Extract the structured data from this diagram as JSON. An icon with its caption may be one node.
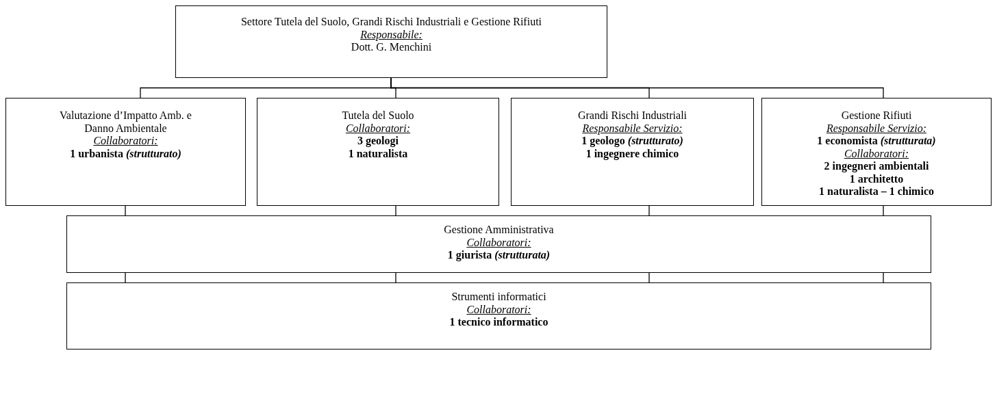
{
  "diagram": {
    "nodes": [
      {
        "text": [
          "Settore Tutela del Suolo, Grandi Rischi Industriali e Gestione Rifiuti",
          "Responsabile:",
          "Dott. G. Menchini"
        ]
      },
      {
        "text": [
          "Valutazione d’Impatto Amb. e Danno Ambientale",
          "Collaboratori:",
          "1 urbanista *(strutturato)*"
        ]
      },
      {
        "text": [
          "Tutela del Suolo",
          "Collaboratori:",
          "3 geologi",
          "1 naturalista"
        ]
      },
      {
        "text": [
          "Grandi Rischi Industriali",
          "Responsabile Servizio:",
          "1 geologo *(strutturato)*",
          "1 ingegnere chimico"
        ]
      },
      {
        "text": [
          "Gestione Rifiuti",
          "Responsabile Servizio:",
          "1 economista *(strutturata)*",
          "Collaboratori:",
          "2 ingegneri ambientali",
          "1 architetto",
          "1 naturalista – 1 chimico"
        ]
      },
      {
        "text": [
          "Gestione Amministrativa",
          "Collaboratori:",
          "1 giurista *(strutturata)*"
        ]
      },
      {
        "text": [
          "Strumenti informatici",
          "Collaboratori:",
          "1 tecnico informatico"
        ]
      }
    ],
    "edges": [
      {
        "from": 0,
        "to": 1,
        "arrow": "none"
      },
      {
        "from": 0,
        "to": 2,
        "arrow": "none"
      },
      {
        "from": 0,
        "to": 3,
        "arrow": "none"
      },
      {
        "from": 0,
        "to": 4,
        "arrow": "none"
      },
      {
        "from": 1,
        "to": 5,
        "arrow": "none"
      },
      {
        "from": 2,
        "to": 5,
        "arrow": "none"
      },
      {
        "from": 3,
        "to": 5,
        "arrow": "none"
      },
      {
        "from": 4,
        "to": 5,
        "arrow": "none"
      },
      {
        "from": 5,
        "to": 6,
        "arrow": "none"
      },
      {
        "from": 5,
        "to": 6,
        "arrow": "none"
      },
      {
        "from": 5,
        "to": 6,
        "arrow": "none"
      },
      {
        "from": 5,
        "to": 6,
        "arrow": "none"
      }
    ]
  }
}
